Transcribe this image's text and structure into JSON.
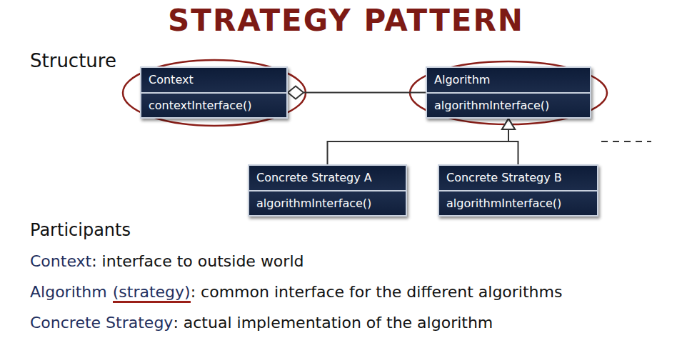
{
  "diagram": {
    "title": "STRATEGY PATTERN",
    "nodes": [
      {
        "text": [
          "Context",
          "contextInterface()"
        ]
      },
      {
        "text": [
          "Algorithm",
          "algorithmInterface()"
        ]
      },
      {
        "text": [
          "Concrete Strategy A",
          "algorithmInterface()"
        ]
      },
      {
        "text": [
          "Concrete Strategy B",
          "algorithmInterface()"
        ]
      }
    ],
    "edges": [
      {
        "from": 1,
        "to": 0,
        "arrow": "to"
      },
      {
        "from": 2,
        "to": 1,
        "arrow": "to"
      },
      {
        "from": 3,
        "to": 1,
        "arrow": "to"
      }
    ],
    "labels": [
      "Structure",
      "Participants",
      "Context",
      ": interface to outside world",
      "Algorithm",
      "(strategy)",
      ": common interface for the different algorithms",
      "Concrete Strategy",
      ": actual implementation of the algorithm"
    ]
  }
}
